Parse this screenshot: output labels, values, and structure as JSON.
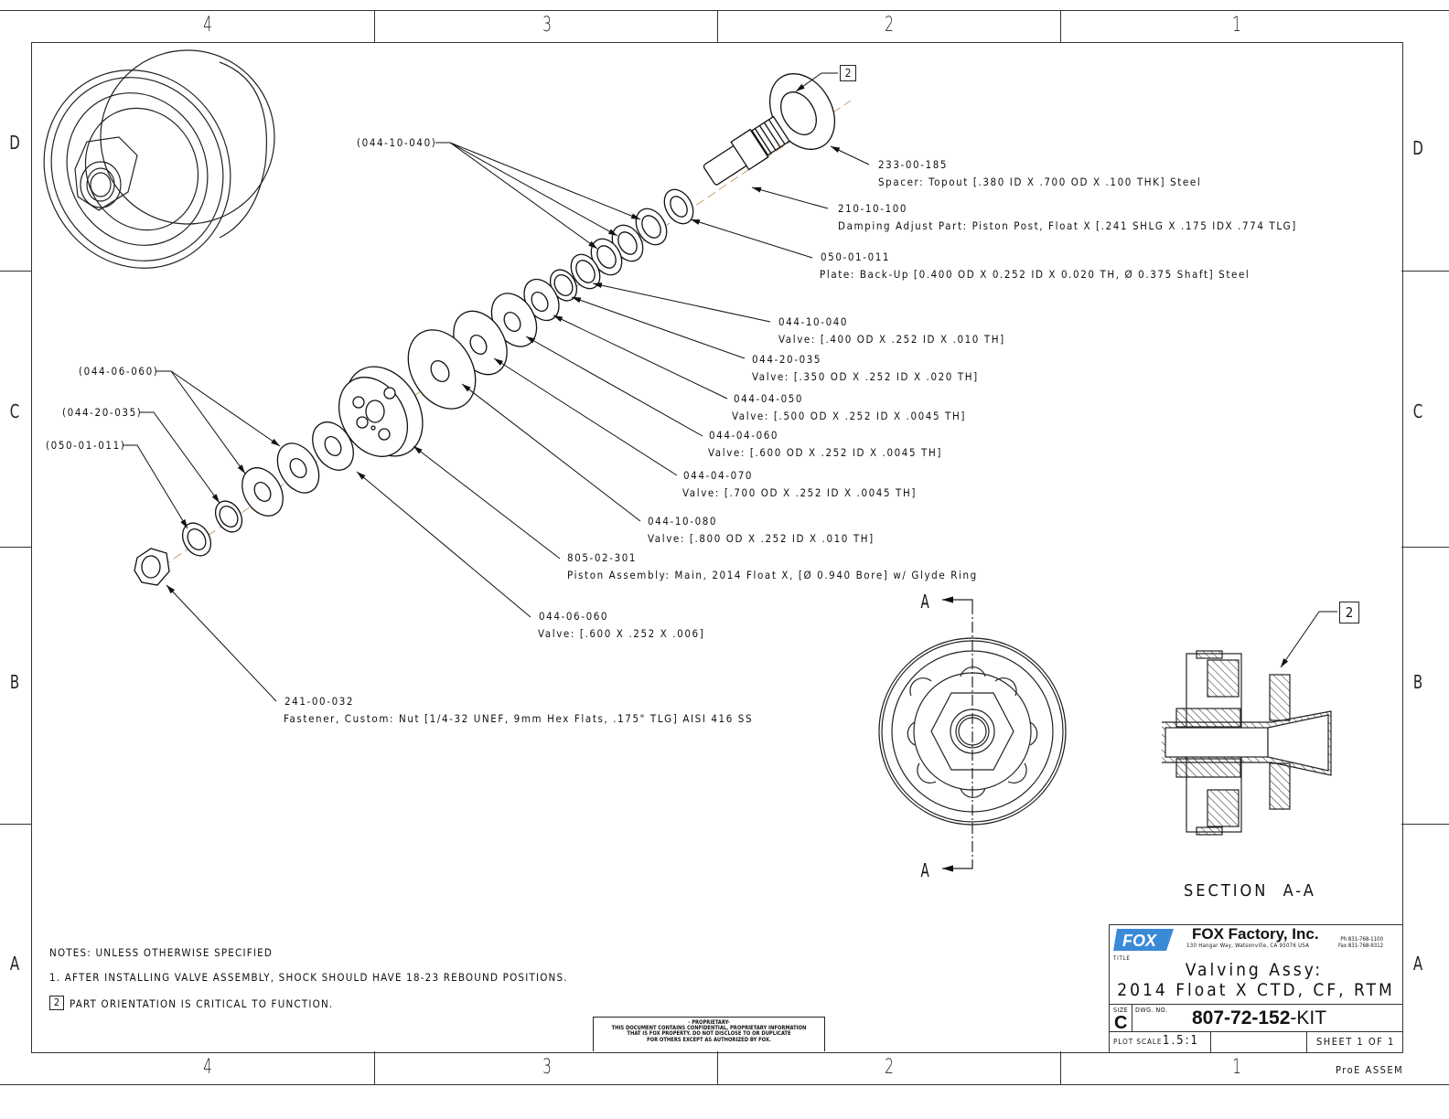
{
  "border": {
    "zone_columns": [
      "4",
      "3",
      "2",
      "1"
    ],
    "zone_rows": [
      "D",
      "C",
      "B",
      "A"
    ]
  },
  "callouts": {
    "flag_number": "2",
    "ref_044_10_040": "(044-10-040)",
    "ref_044_06_060": "(044-06-060)",
    "ref_044_20_035": "(044-20-035)",
    "ref_050_01_011": "(050-01-011)",
    "parts": [
      {
        "number": "233-00-185",
        "description": "Spacer: Topout [.380 ID X .700 OD X .100 THK] Steel"
      },
      {
        "number": "210-10-100",
        "description": "Damping Adjust Part: Piston Post, Float X [.241 SHLG X .175 IDX .774 TLG]"
      },
      {
        "number": "050-01-011",
        "description": "Plate: Back-Up [0.400 OD X 0.252 ID X 0.020 TH, Ø 0.375 Shaft] Steel"
      },
      {
        "number": "044-10-040",
        "description": "Valve: [.400 OD X .252 ID X .010 TH]"
      },
      {
        "number": "044-20-035",
        "description": "Valve: [.350 OD X .252 ID X .020 TH]"
      },
      {
        "number": "044-04-050",
        "description": "Valve: [.500 OD X .252 ID X .0045 TH]"
      },
      {
        "number": "044-04-060",
        "description": "Valve: [.600 OD X .252 ID X .0045 TH]"
      },
      {
        "number": "044-04-070",
        "description": "Valve: [.700 OD X .252 ID X .0045 TH]"
      },
      {
        "number": "044-10-080",
        "description": "Valve: [.800 OD X .252 ID X .010 TH]"
      },
      {
        "number": "805-02-301",
        "description": "Piston Assembly: Main, 2014 Float X, [Ø 0.940 Bore] w/ Glyde Ring"
      },
      {
        "number": "044-06-060",
        "description": "Valve: [.600 X .252 X .006]"
      },
      {
        "number": "241-00-032",
        "description": "Fastener, Custom: Nut [1/4-32 UNEF, 9mm Hex Flats, .175\" TLG] AISI 416 SS"
      }
    ]
  },
  "section": {
    "cut_label": "A",
    "title": "SECTION  A-A"
  },
  "notes": {
    "header": "NOTES: UNLESS OTHERWISE SPECIFIED",
    "note1": "1. AFTER INSTALLING VALVE ASSEMBLY, SHOCK SHOULD HAVE 18-23 REBOUND POSITIONS.",
    "note2_flag": "2",
    "note2": "PART ORIENTATION IS CRITICAL TO FUNCTION."
  },
  "proprietary": {
    "heading": "- PROPRIETARY-",
    "line1": "THIS DOCUMENT CONTAINS CONFIDENTIAL, PROPRIETARY INFORMATION",
    "line2": "THAT IS FOX PROPERTY.  DO NOT DISCLOSE TO OR DUPLICATE",
    "line3": "FOR OTHERS EXCEPT AS AUTHORIZED BY FOX."
  },
  "title_block": {
    "logo": "FOX",
    "company": "FOX Factory, Inc.",
    "address": "130 Hangar Way, Watsonville, CA 95076 USA",
    "phone": "Ph 831-768-1100",
    "fax": "Fax 831-768-9312",
    "title_label": "TITLE",
    "title_line1": "Valving Assy:",
    "title_line2": "2014 Float X CTD, CF, RTM",
    "size_label": "SIZE",
    "size_value": "C",
    "dwg_label": "DWG. NO.",
    "dwg_number_bold": "807-72-152",
    "dwg_number_suffix": "-KIT",
    "plot_scale_label": "PLOT SCALE",
    "plot_scale_value": "1.5:1",
    "sheet": "SHEET 1 OF 1",
    "software": "ProE ASSEM"
  },
  "colors": {
    "line": "#222222",
    "centerline": "#c8a070",
    "logo_blue": "#3a8ad8"
  }
}
